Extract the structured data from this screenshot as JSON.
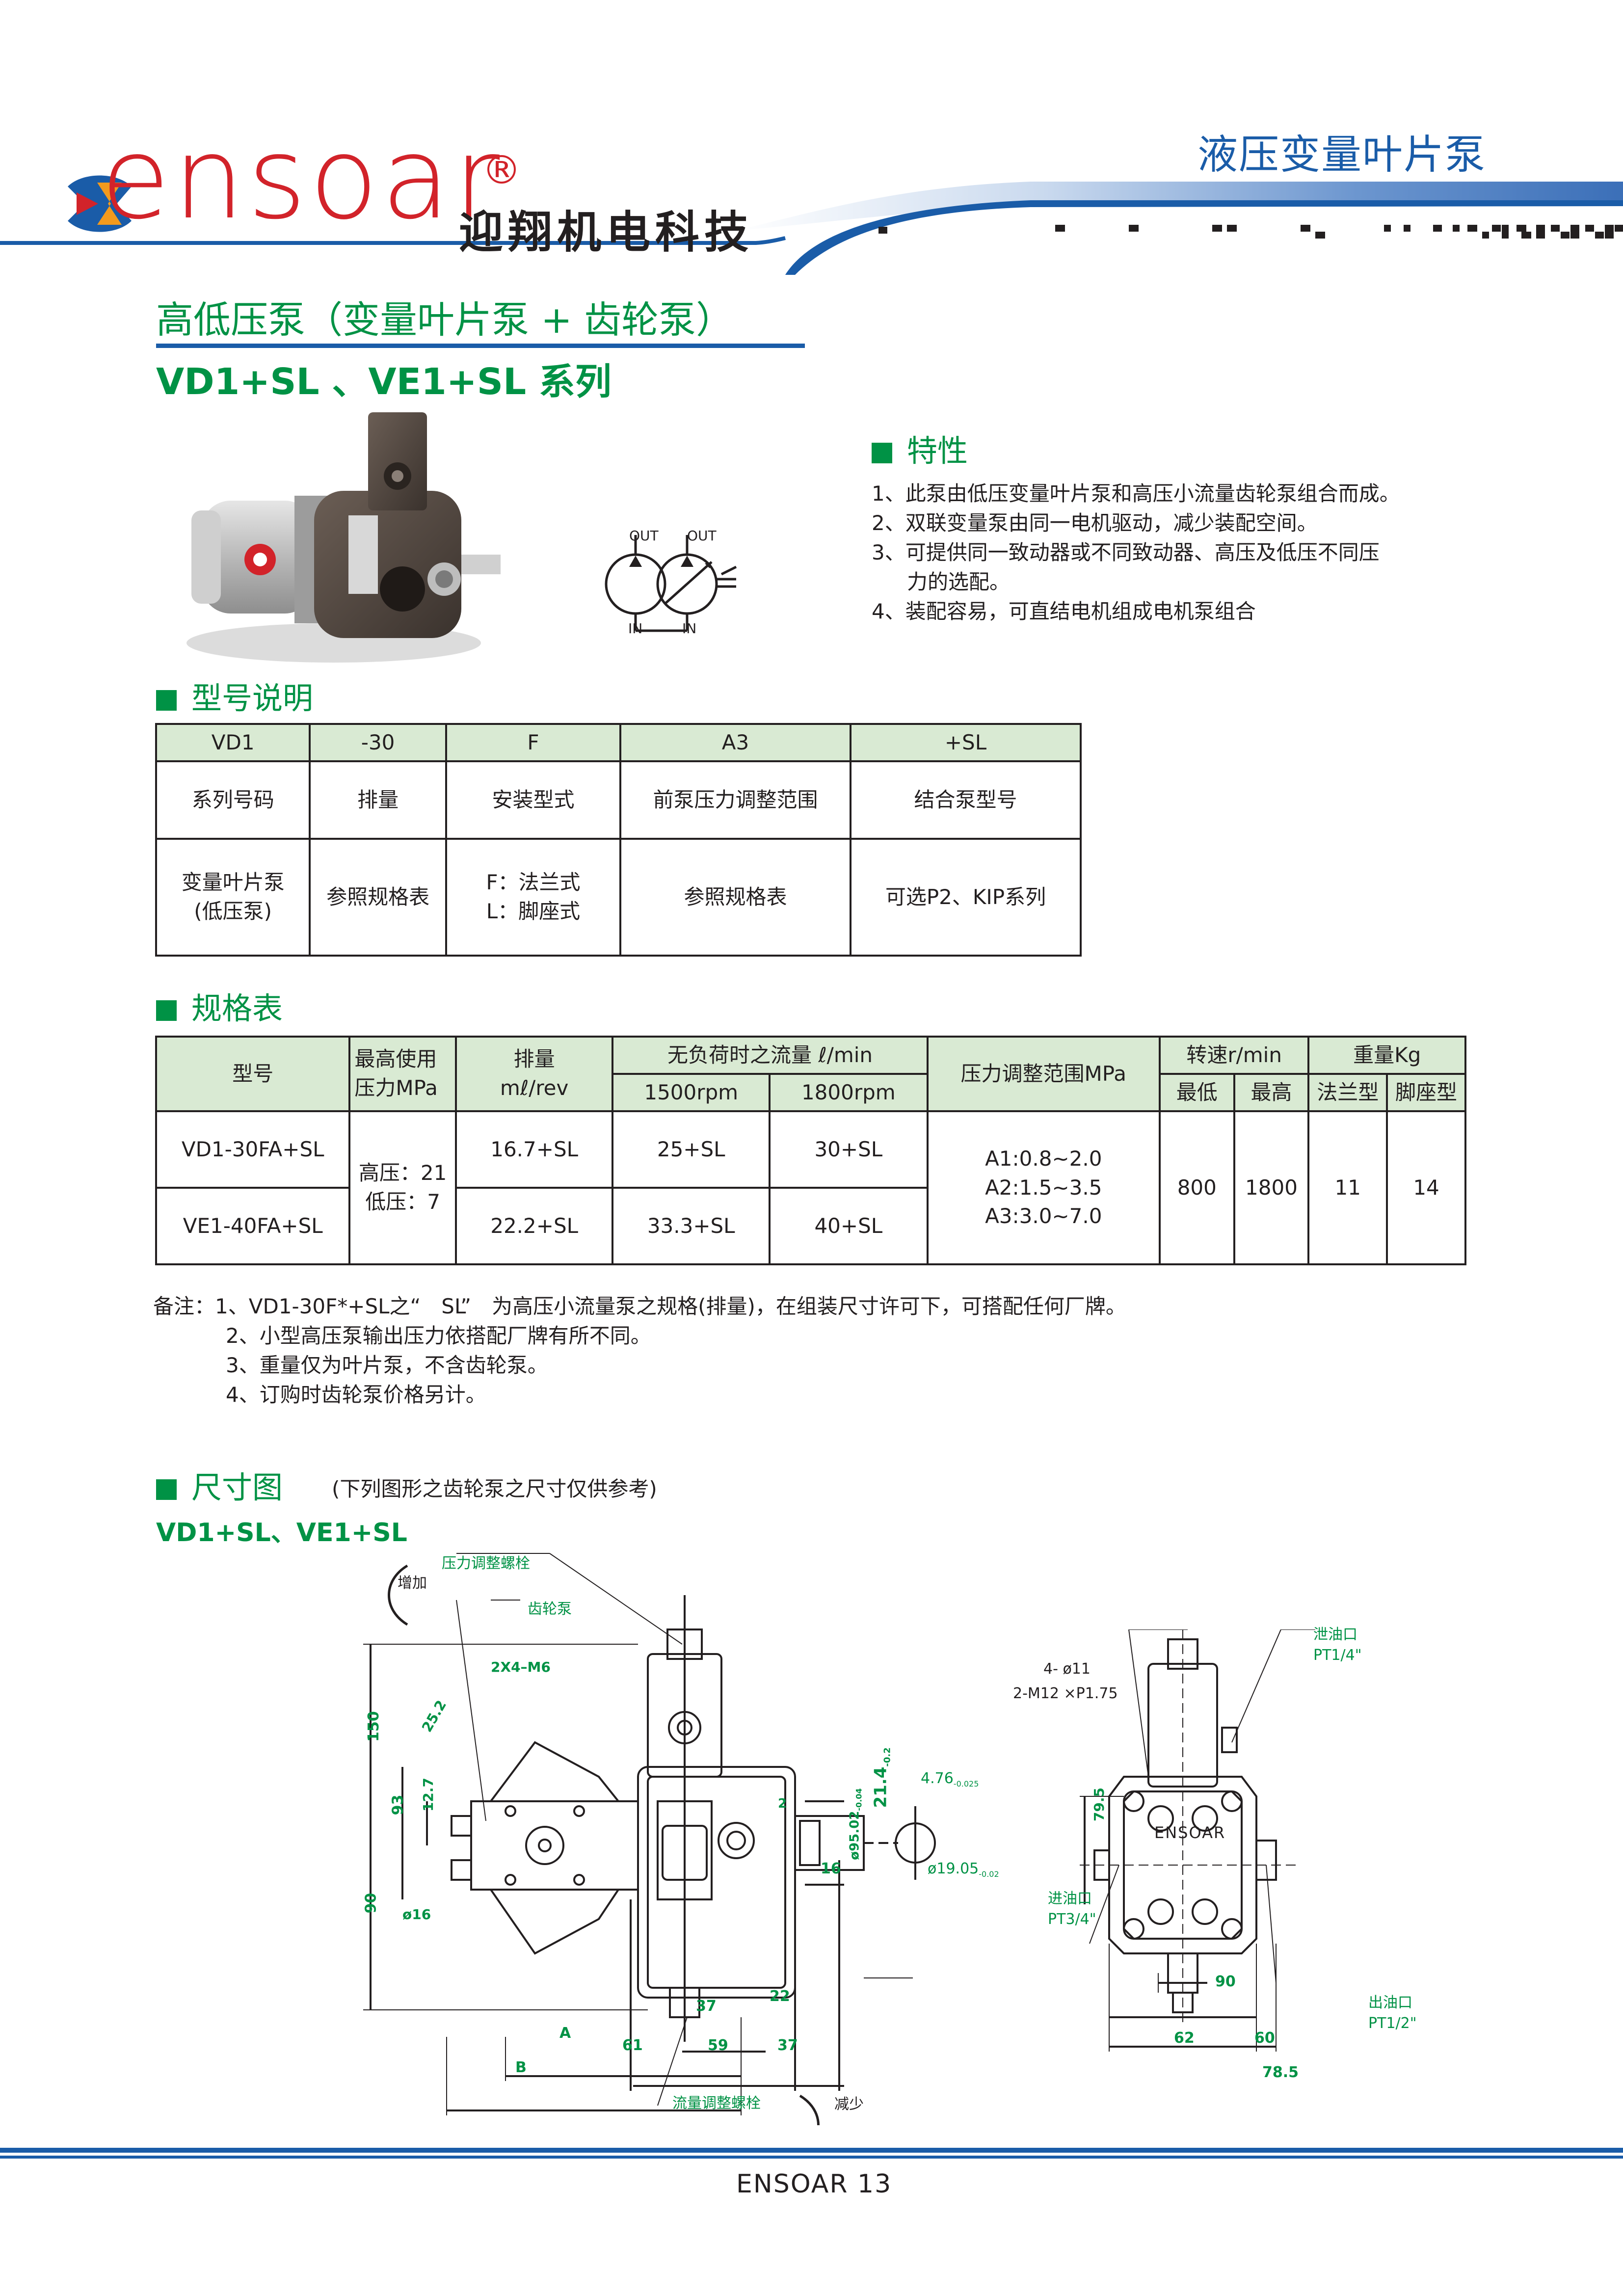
{
  "header": {
    "logo": "ensoar",
    "registered": "®",
    "company": "迎翔机电科技",
    "category": "液压变量叶片泵"
  },
  "heading": {
    "title": "高低压泵（变量叶片泵 + 齿轮泵）",
    "series": "VD1+SL 、VE1+SL 系列"
  },
  "symbol": {
    "out_left": "OUT",
    "out_right": "OUT",
    "in_left": "IN",
    "in_right": "IN"
  },
  "features": {
    "title": "特性",
    "items": [
      "1、此泵由低压变量叶片泵和高压小流量齿轮泵组合而成。",
      "2、双联变量泵由同一电机驱动，减少装配空间。",
      "3、可提供同一致动器或不同致动器、高压及低压不同压",
      "力的选配。",
      "4、装配容易，可直结电机组成电机泵组合"
    ]
  },
  "model": {
    "title": "型号说明",
    "codes": [
      "VD1",
      "-30",
      "F",
      "A3",
      "+SL"
    ],
    "names": [
      "系列号码",
      "排量",
      "安装型式",
      "前泵压力调整范围",
      "结合泵型号"
    ],
    "desc": [
      [
        "变量叶片泵",
        "(低压泵)"
      ],
      [
        "参照规格表"
      ],
      [
        "F：法兰式",
        "L：脚座式"
      ],
      [
        "参照规格表"
      ],
      [
        "可选P2、KIP系列"
      ]
    ]
  },
  "spec": {
    "title": "规格表",
    "headers": {
      "model": "型号",
      "pressure": [
        "最高使用",
        "压力MPa"
      ],
      "displacement": [
        "排量",
        "mℓ/rev"
      ],
      "flow": "无负荷时之流量 ℓ/min",
      "rpm1500": "1500rpm",
      "rpm1800": "1800rpm",
      "range": "压力调整范围MPa",
      "speed": "转速r/min",
      "min": "最低",
      "max": "最高",
      "weight": "重量Kg",
      "flange": "法兰型",
      "foot": "脚座型"
    },
    "rows": [
      {
        "model": "VD1-30FA+SL",
        "disp": "16.7+SL",
        "f1500": "25+SL",
        "f1800": "30+SL"
      },
      {
        "model": "VE1-40FA+SL",
        "disp": "22.2+SL",
        "f1500": "33.3+SL",
        "f1800": "40+SL"
      }
    ],
    "pressure": [
      "高压：21",
      "低压：7"
    ],
    "ranges": [
      "A1:0.8~2.0",
      "A2:1.5~3.5",
      "A3:3.0~7.0"
    ],
    "speed_min": "800",
    "speed_max": "1800",
    "weight_flange": "11",
    "weight_foot": "14"
  },
  "notes": [
    "备注：1、VD1-30F*+SL之“　SL”　为高压小流量泵之规格(排量)，在组装尺寸许可下，可搭配任何厂牌。",
    "2、小型高压泵输出压力依搭配厂牌有所不同。",
    "3、重量仅为叶片泵，不含齿轮泵。",
    "4、订购时齿轮泵价格另计。"
  ],
  "dimension": {
    "title": "尺寸图",
    "subtitle": "(下列图形之齿轮泵之尺寸仅供参考)",
    "series": "VD1+SL、VE1+SL",
    "labels": {
      "increase": "增加",
      "pressure_bolt": "压力调整螺栓",
      "gear_pump": "齿轮泵",
      "bolt_spec": "2X4–M6",
      "d150": "150",
      "d25_2": "25.2",
      "d93": "93",
      "d12_7": "12.7",
      "d90": "90",
      "d16dia": "ø16",
      "dA": "A",
      "dB": "B",
      "d61": "61",
      "d37a": "37",
      "d59": "59",
      "d22": "22",
      "d37b": "37",
      "d16": "16",
      "d2": "2",
      "d95": "ø95.02",
      "d95tol": "-0.04",
      "d21_4": "21.4",
      "d21tol": "-0.2",
      "d4_76": "4.76",
      "d4tol": "-0.025",
      "d19_05": "ø19.05",
      "d19tol": "-0.02",
      "flow_bolt": "流量调整螺栓",
      "decrease": "减少",
      "holes": "4- ø11",
      "thread": "2-M12 ×P1.75",
      "drain": "泄油口",
      "drain_pt": "PT1/4\"",
      "d79_5": "79.5",
      "brand": "ENSOAR",
      "inlet": "进油口",
      "inlet_pt": "PT3/4\"",
      "d90b": "90",
      "d62": "62",
      "d60": "60",
      "d78_5": "78.5",
      "outlet": "出油口",
      "outlet_pt": "PT1/2\""
    }
  },
  "footer": {
    "text": "ENSOAR  13"
  },
  "colors": {
    "green": "#009245",
    "blue": "#1a5ca8",
    "red": "#d2232a",
    "table_head": "#d9ead3"
  }
}
